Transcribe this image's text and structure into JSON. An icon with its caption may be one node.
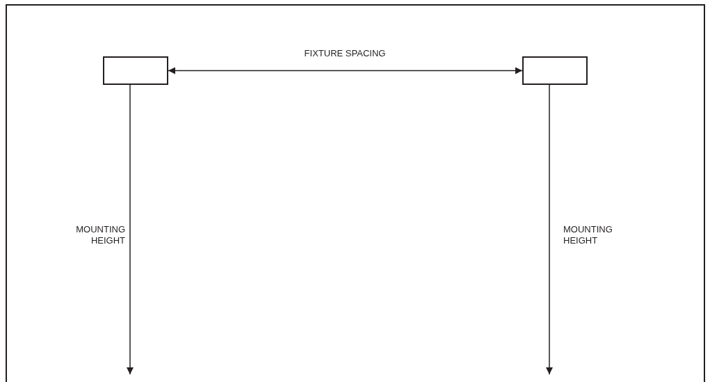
{
  "diagram": {
    "nodes": [
      {
        "text": [],
        "shape": "box"
      },
      {
        "text": [],
        "shape": "box"
      }
    ],
    "edges": [
      {
        "from": 0,
        "to": 1,
        "arrow": "both",
        "label": "FIXTURE SPACING"
      },
      {
        "from": 0,
        "to": null,
        "arrow": "to",
        "label": "MOUNTING HEIGHT"
      },
      {
        "from": 1,
        "to": null,
        "arrow": "to",
        "label": "MOUNTING HEIGHT"
      }
    ]
  }
}
